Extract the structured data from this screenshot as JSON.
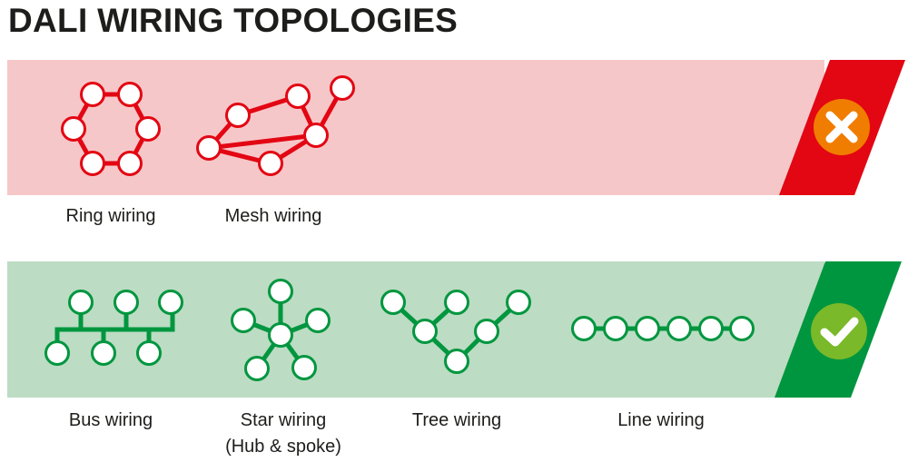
{
  "title": "DALI WIRING TOPOLOGIES",
  "colors": {
    "bad_band": "#f6c7c8",
    "bad_accent": "#e30613",
    "bad_badge": "#f07d00",
    "good_band": "#bcdcc3",
    "good_accent": "#00963f",
    "good_badge": "#7ab929"
  },
  "rows": [
    {
      "status": "not-allowed",
      "badge_icon": "cross-icon",
      "topologies": [
        {
          "label": "Ring wiring"
        },
        {
          "label": "Mesh wiring"
        }
      ]
    },
    {
      "status": "allowed",
      "badge_icon": "check-icon",
      "topologies": [
        {
          "label": "Bus wiring"
        },
        {
          "label": "Star wiring",
          "sublabel": "(Hub & spoke)"
        },
        {
          "label": "Tree wiring"
        },
        {
          "label": "Line wiring"
        }
      ]
    }
  ]
}
